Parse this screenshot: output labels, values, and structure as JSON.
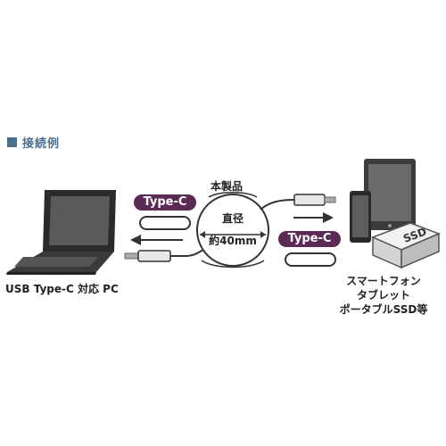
{
  "section": {
    "title": "接続例",
    "accent": "#4a6e8c"
  },
  "product": {
    "label": "本製品",
    "diameter_label": "直径",
    "diameter_value": "約40mm"
  },
  "badges": {
    "left": "Type-C",
    "right": "Type-C",
    "color": "#5b2a55"
  },
  "pc": {
    "label": "USB Type-C 対応 PC"
  },
  "devices": {
    "lines": [
      "スマートフォン",
      "タブレット",
      "ポータブルSSD等"
    ],
    "ssd_text": "SSD"
  }
}
